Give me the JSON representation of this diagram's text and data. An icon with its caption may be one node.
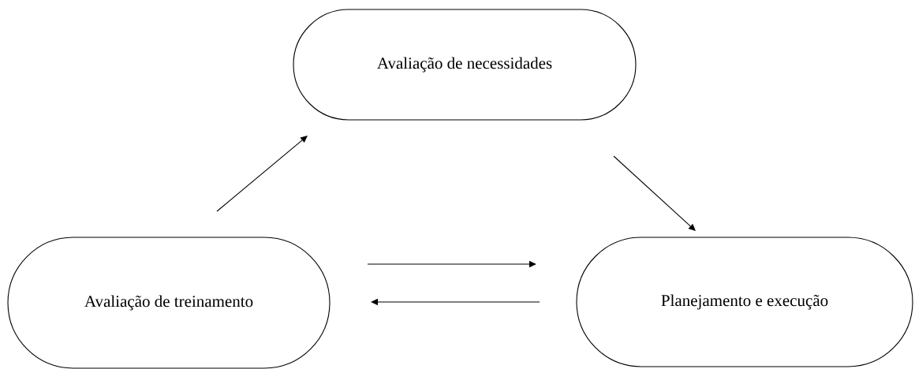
{
  "diagram": {
    "nodes": [
      {
        "text": [
          "Avaliação de necessidades"
        ]
      },
      {
        "text": [
          "Avaliação de treinamento"
        ]
      },
      {
        "text": [
          "Planejamento e execução"
        ]
      }
    ],
    "edges": [
      {
        "from": 1,
        "to": 0,
        "arrow": "to"
      },
      {
        "from": 0,
        "to": 2,
        "arrow": "to"
      },
      {
        "from": 1,
        "to": 2,
        "arrow": "to"
      },
      {
        "from": 2,
        "to": 1,
        "arrow": "to"
      }
    ]
  }
}
